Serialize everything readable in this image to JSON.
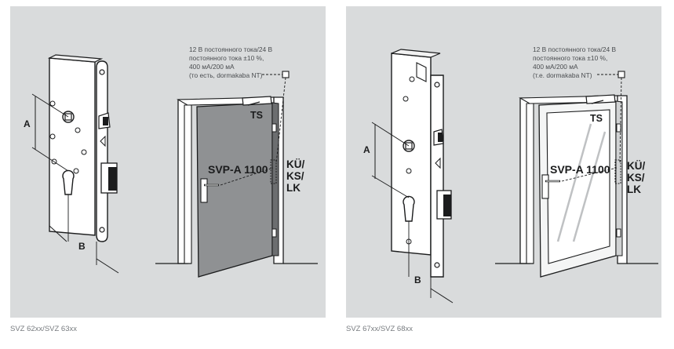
{
  "figures": [
    {
      "id": "left",
      "caption": "SVZ 62xx/SVZ 63xx",
      "power_note": [
        "12 В постоянного тока/24 В",
        "постоянного тока ±10 %,",
        "400 мА/200 мА",
        "(то есть, dormakaba NT)"
      ],
      "closer_label": "TS",
      "lock_label": "SVP-A 1100",
      "contact_labels": [
        "KÜ/",
        "KS/",
        "LK"
      ],
      "dimension_a": "A",
      "dimension_b": "B",
      "door_type": "solid"
    },
    {
      "id": "right",
      "caption": "SVZ 67xx/SVZ 68xx",
      "power_note": [
        "12 В постоянного тока/24 В",
        "постоянного тока ±10 %,",
        "400 мА/200 мА",
        "(т.е. dormakaba NT)"
      ],
      "closer_label": "TS",
      "lock_label": "SVP-A 1100",
      "contact_labels": [
        "KÜ/",
        "KS/",
        "LK"
      ],
      "dimension_a": "A",
      "dimension_b": "B",
      "door_type": "glass"
    }
  ],
  "colors": {
    "panel": "#d9dbdc",
    "door_solid": "#8f9193",
    "outline": "#1b1c1d",
    "caption": "#777b7f"
  }
}
